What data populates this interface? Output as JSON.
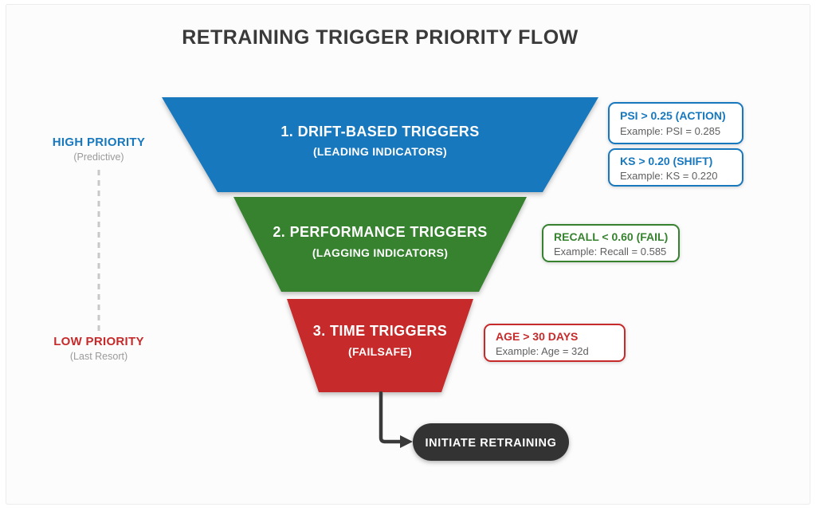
{
  "title": "RETRAINING TRIGGER PRIORITY FLOW",
  "colors": {
    "blue": "#1878be",
    "green": "#36822f",
    "red": "#c62a2a",
    "dark": "#333333",
    "muted": "#9a9a9a",
    "axis_line": "#c8c8c8",
    "connector": "#3a3a3a"
  },
  "priority_axis": {
    "high_label": "HIGH PRIORITY",
    "high_sublabel": "(Predictive)",
    "low_label": "LOW PRIORITY",
    "low_sublabel": "(Last Resort)"
  },
  "funnel": {
    "levels": [
      {
        "rank": 1,
        "title": "1. DRIFT-BASED TRIGGERS",
        "subtitle": "(LEADING INDICATORS)",
        "color": "#1878be"
      },
      {
        "rank": 2,
        "title": "2. PERFORMANCE TRIGGERS",
        "subtitle": "(LAGGING INDICATORS)",
        "color": "#36822f"
      },
      {
        "rank": 3,
        "title": "3. TIME TRIGGERS",
        "subtitle": "(FAILSAFE)",
        "color": "#c62a2a"
      }
    ]
  },
  "callouts": [
    {
      "title": "PSI > 0.25 (ACTION)",
      "example": "Example: PSI = 0.285",
      "color": "#1878be"
    },
    {
      "title": "KS > 0.20 (SHIFT)",
      "example": "Example: KS = 0.220",
      "color": "#1878be"
    },
    {
      "title": "RECALL < 0.60 (FAIL)",
      "example": "Example: Recall = 0.585",
      "color": "#36822f"
    },
    {
      "title": "AGE > 30 DAYS",
      "example": "Example: Age = 32d",
      "color": "#c62a2a"
    }
  ],
  "action": {
    "label": "INITIATE RETRAINING"
  }
}
